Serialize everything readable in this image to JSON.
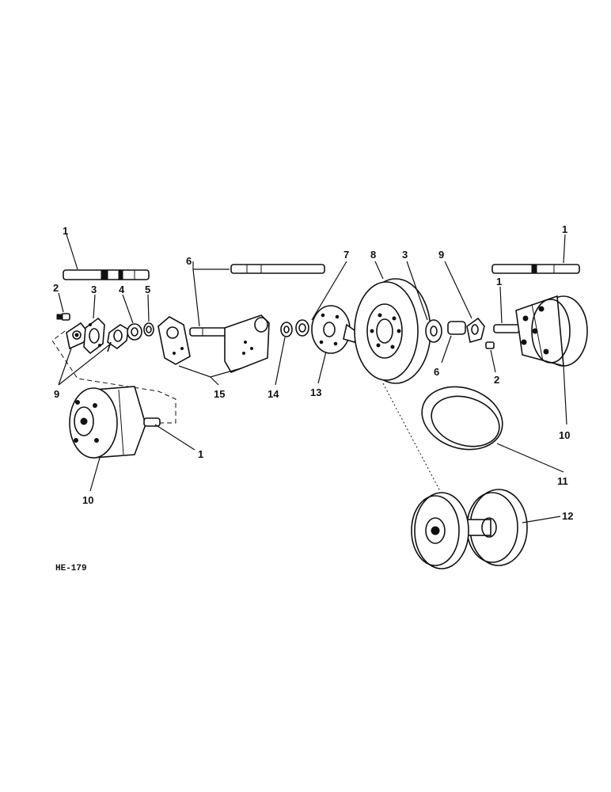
{
  "figure_code": "HE-179",
  "callouts": {
    "c1a": "1",
    "c1b": "1",
    "c1c": "1",
    "c1d": "1",
    "c2a": "2",
    "c2b": "2",
    "c3a": "3",
    "c3b": "3",
    "c4": "4",
    "c5": "5",
    "c6a": "6",
    "c6b": "6",
    "c7": "7",
    "c8": "8",
    "c9a": "9",
    "c9b": "9",
    "c10a": "10",
    "c10b": "10",
    "c11": "11",
    "c12": "12",
    "c13": "13",
    "c14": "14",
    "c15": "15"
  }
}
